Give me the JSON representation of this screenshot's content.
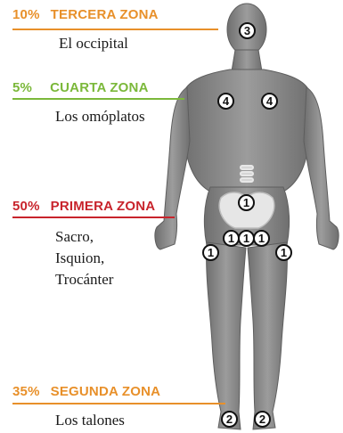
{
  "colors": {
    "zone3": "#e8902a",
    "zone4": "#7bb83a",
    "zone1": "#c8242c",
    "zone2": "#e8902a",
    "body": "#8a8a8a"
  },
  "zones": [
    {
      "id": "zone3",
      "percent": "10%",
      "name": "TERCERA ZONA",
      "desc": [
        "El occipital"
      ]
    },
    {
      "id": "zone4",
      "percent": "5%",
      "name": "CUARTA ZONA",
      "desc": [
        "Los omóplatos"
      ]
    },
    {
      "id": "zone1",
      "percent": "50%",
      "name": "PRIMERA ZONA",
      "desc": [
        "Sacro,",
        "Isquion,",
        "Trocánter"
      ]
    },
    {
      "id": "zone2",
      "percent": "35%",
      "name": "SEGUNDA ZONA",
      "desc": [
        "Los talones"
      ]
    }
  ],
  "markers": {
    "head": "3",
    "shoulder_left": "4",
    "shoulder_right": "4",
    "sacrum": "1",
    "ischium_left": "1",
    "ischium_center": "1",
    "ischium_right": "1",
    "trochanter_left": "1",
    "trochanter_right": "1",
    "heel_left": "2",
    "heel_right": "2"
  }
}
